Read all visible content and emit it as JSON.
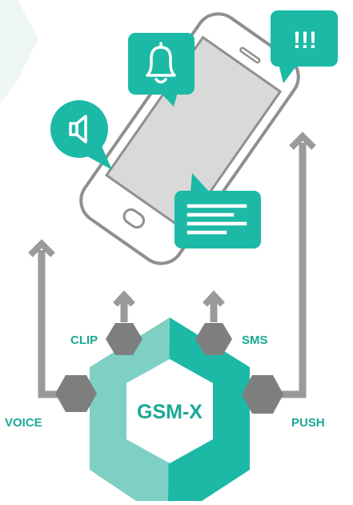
{
  "diagram": {
    "center_label": "GSM-X",
    "channels": {
      "voice": "VOICE",
      "clip": "CLIP",
      "sms": "SMS",
      "push": "PUSH"
    },
    "alert_text": "!!!",
    "icons": {
      "bubble_1": "speaker-icon",
      "bubble_2": "bell-icon",
      "bubble_3": "exclamation-icon",
      "bubble_4": "message-lines-icon"
    },
    "colors": {
      "teal": "#1bb9a6",
      "teal_light": "#7fd0c4",
      "arrow_gray": "#9a9a9a",
      "hex_gray": "#7e7e7e",
      "phone_outline": "#8f8f8f",
      "screen": "#d9d9d9",
      "label_teal": "#1aa894",
      "bg_shape": "#eef7f6"
    }
  }
}
